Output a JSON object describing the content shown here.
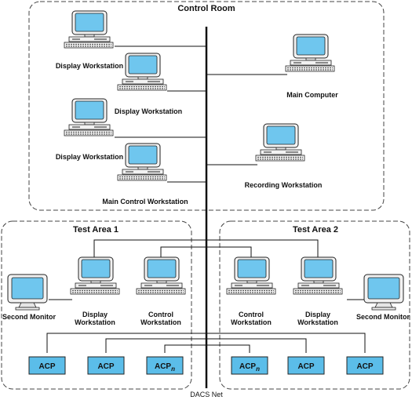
{
  "areas": {
    "control_room": "Control Room",
    "test_area_1": "Test Area 1",
    "test_area_2": "Test Area 2"
  },
  "control_room_nodes": {
    "display_ws_1": "Display Workstation",
    "display_ws_2": "Display Workstation",
    "display_ws_3": "Display Workstation",
    "main_control_ws": "Main Control Workstation",
    "main_computer": "Main Computer",
    "recording_ws": "Recording Workstation"
  },
  "test_area_1_nodes": {
    "second_monitor": "Second Monitor",
    "display_ws": [
      "Display",
      "Workstation"
    ],
    "control_ws": [
      "Control",
      "Workstation"
    ],
    "acp_1": "ACP",
    "acp_2": "ACP",
    "acp_n": {
      "base": "ACP",
      "sub": "n"
    }
  },
  "test_area_2_nodes": {
    "control_ws": [
      "Control",
      "Workstation"
    ],
    "display_ws": [
      "Display",
      "Workstation"
    ],
    "second_monitor": "Second Monitor",
    "acp_n": {
      "base": "ACP",
      "sub": "n"
    },
    "acp_1": "ACP",
    "acp_2": "ACP"
  },
  "network": {
    "label": "DACS Net"
  },
  "colors": {
    "monitor_screen": "#6fc6ee",
    "acp_fill": "#5bbde9",
    "line": "#111111",
    "frame": "#444444"
  }
}
